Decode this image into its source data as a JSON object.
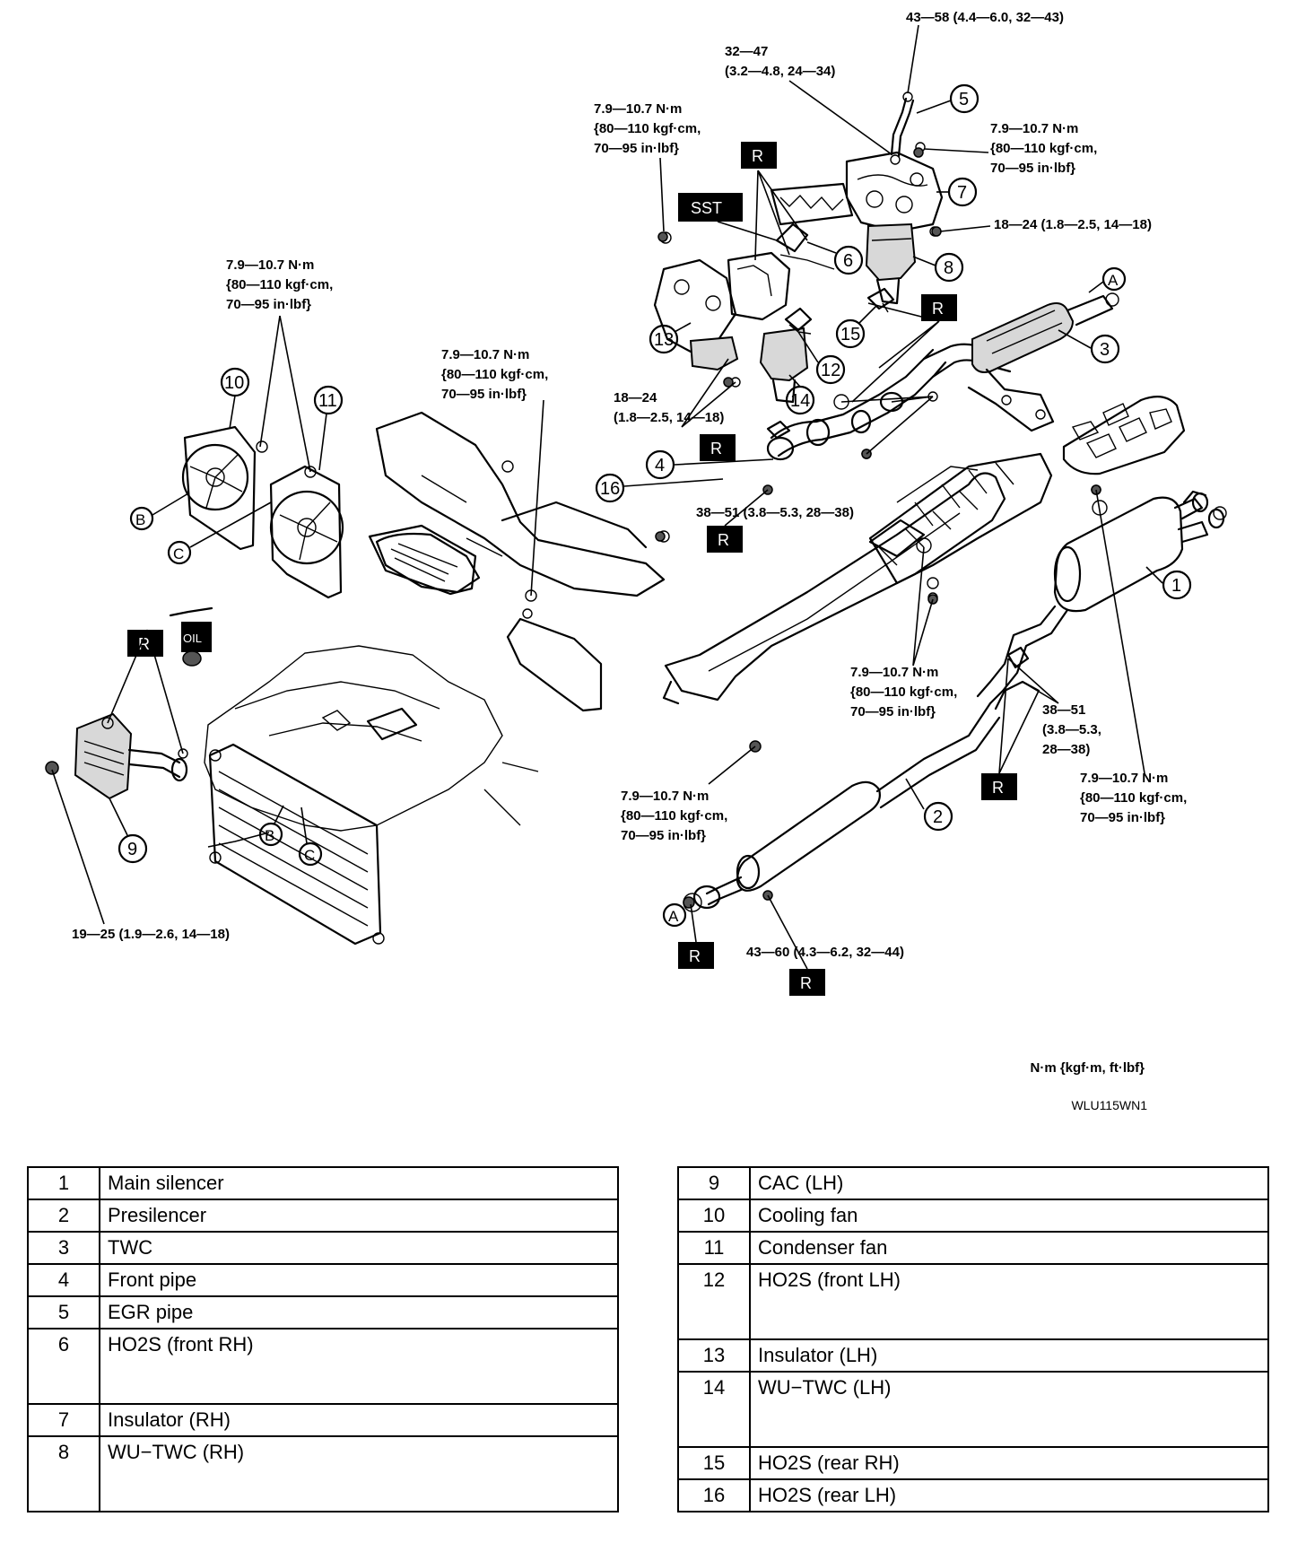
{
  "torque_labels": {
    "t1": "43—58 (4.4—6.0, 32—43)",
    "t2a": "32—47",
    "t2b": "(3.2—4.8, 24—34)",
    "t3a": "7.9—10.7 N·m",
    "t3b": "{80—110 kgf·cm,",
    "t3c": "70—95 in·lbf}",
    "t4a": "7.9—10.7 N·m",
    "t4b": "{80—110 kgf·cm,",
    "t4c": "70—95 in·lbf}",
    "t5": "18—24 (1.8—2.5, 14—18)",
    "t6a": "7.9—10.7 N·m",
    "t6b": "{80—110 kgf·cm,",
    "t6c": "70—95 in·lbf}",
    "t7a": "7.9—10.7 N·m",
    "t7b": "{80—110 kgf·cm,",
    "t7c": "70—95 in·lbf}",
    "t8a": "18—24",
    "t8b": "(1.8—2.5, 14—18)",
    "t9": "38—51 (3.8—5.3, 28—38)",
    "t10a": "7.9—10.7 N·m",
    "t10b": "{80—110 kgf·cm,",
    "t10c": "70—95 in·lbf}",
    "t11a": "38—51",
    "t11b": "(3.8—5.3,",
    "t11c": "28—38)",
    "t12a": "7.9—10.7 N·m",
    "t12b": "{80—110 kgf·cm,",
    "t12c": "70—95 in·lbf}",
    "t13a": "7.9—10.7 N·m",
    "t13b": "{80—110 kgf·cm,",
    "t13c": "70—95 in·lbf}",
    "t14": "19—25 (1.9—2.6, 14—18)",
    "t15": "43—60 (4.3—6.2, 32—44)"
  },
  "tags": {
    "r": "R",
    "sst": "SST",
    "oil": "OIL"
  },
  "letters": {
    "a": "A",
    "b": "B",
    "c": "C"
  },
  "callouts": [
    "1",
    "2",
    "3",
    "4",
    "5",
    "6",
    "7",
    "8",
    "9",
    "10",
    "11",
    "12",
    "13",
    "14",
    "15",
    "16"
  ],
  "unit_label": "N·m {kgf·m, ft·lbf}",
  "figure_id": "WLU115WN1",
  "legend_left": [
    {
      "num": "1",
      "name": "Main silencer"
    },
    {
      "num": "2",
      "name": "Presilencer"
    },
    {
      "num": "3",
      "name": "TWC"
    },
    {
      "num": "4",
      "name": "Front pipe"
    },
    {
      "num": "5",
      "name": "EGR pipe"
    },
    {
      "num": "6",
      "name": "HO2S (front RH)"
    },
    {
      "num": "7",
      "name": "Insulator (RH)"
    },
    {
      "num": "8",
      "name": "WU−TWC (RH)"
    }
  ],
  "legend_right": [
    {
      "num": "9",
      "name": "CAC (LH)"
    },
    {
      "num": "10",
      "name": "Cooling fan"
    },
    {
      "num": "11",
      "name": "Condenser fan"
    },
    {
      "num": "12",
      "name": "HO2S (front LH)"
    },
    {
      "num": "13",
      "name": "Insulator (LH)"
    },
    {
      "num": "14",
      "name": "WU−TWC (LH)"
    },
    {
      "num": "15",
      "name": "HO2S (rear RH)"
    },
    {
      "num": "16",
      "name": "HO2S (rear LH)"
    }
  ]
}
